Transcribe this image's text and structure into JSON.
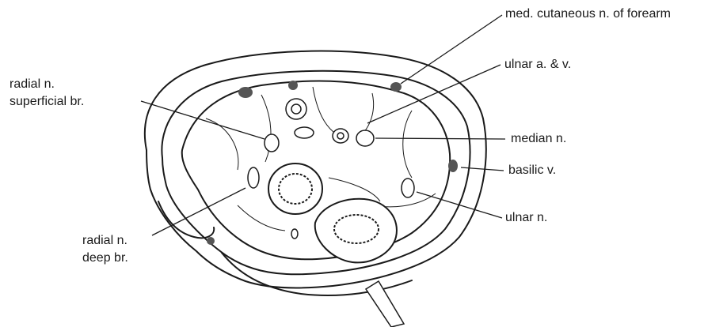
{
  "labels": {
    "med_cutaneous": "med. cutaneous n. of forearm",
    "ulnar_av": "ulnar a. & v.",
    "median": "median n.",
    "basilic": "basilic v.",
    "ulnar_n": "ulnar n.",
    "radial_sup_1": "radial n.",
    "radial_sup_2": "superficial br.",
    "radial_deep_1": "radial n.",
    "radial_deep_2": "deep br."
  },
  "colors": {
    "ink": "#1a1a1a",
    "paper": "#ffffff",
    "shade": "#555555"
  }
}
